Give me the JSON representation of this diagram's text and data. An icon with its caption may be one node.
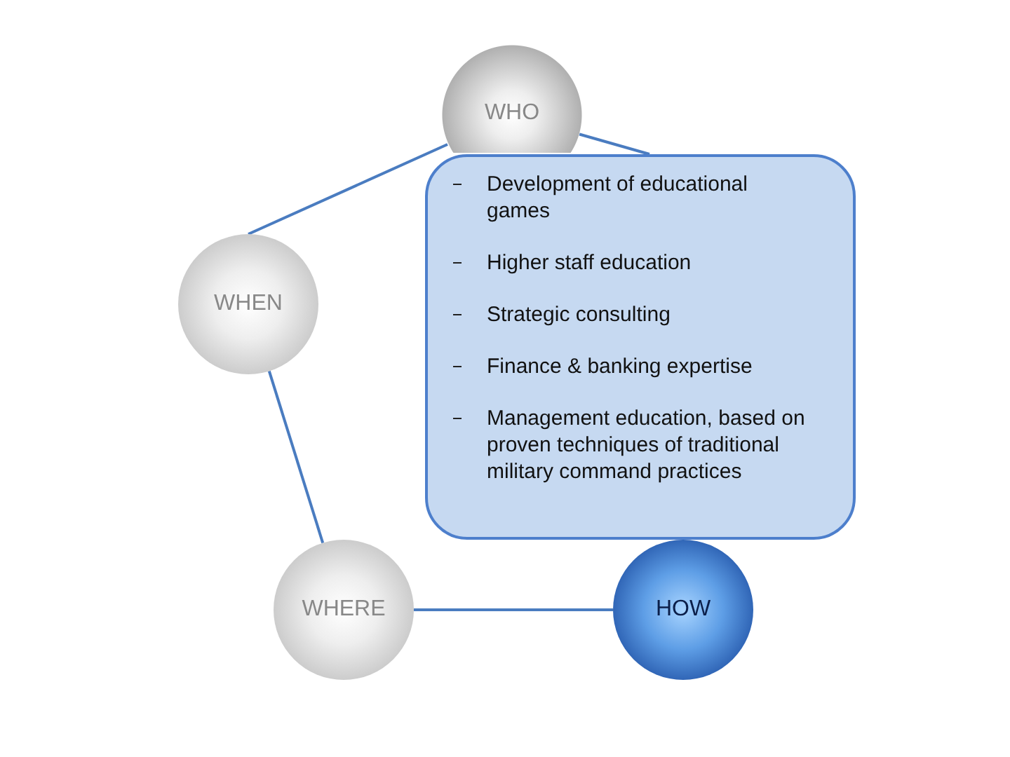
{
  "diagram": {
    "nodes": [
      {
        "text": [
          "WHO"
        ]
      },
      {
        "text": [
          "WHEN"
        ]
      },
      {
        "text": [
          "Development of educational games",
          "Higher staff education",
          "Strategic consulting",
          "Finance & banking expertise",
          "Management education, based on proven techniques of traditional military command practices"
        ]
      },
      {
        "text": [
          "WHERE"
        ]
      },
      {
        "text": [
          "HOW"
        ]
      }
    ],
    "edges": [
      {
        "from": 0,
        "to": 1,
        "arrow": "none"
      },
      {
        "from": 1,
        "to": 3,
        "arrow": "none"
      },
      {
        "from": 3,
        "to": 4,
        "arrow": "none"
      },
      {
        "from": 0,
        "to": 2,
        "arrow": "none"
      }
    ]
  }
}
